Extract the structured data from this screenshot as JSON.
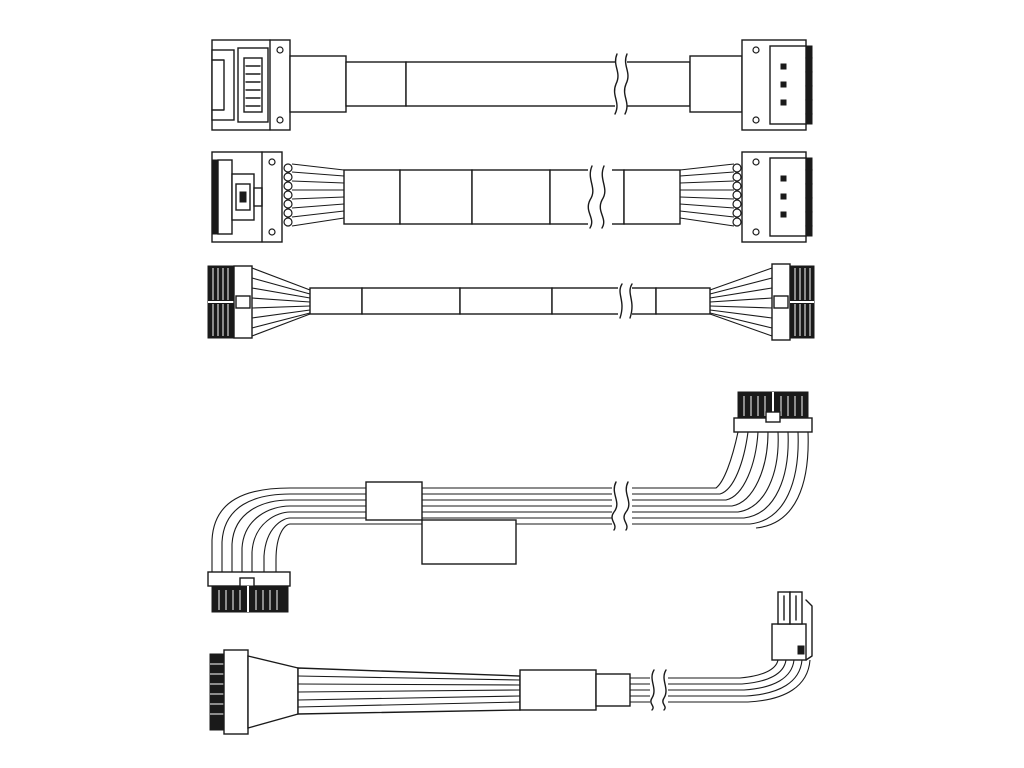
{
  "figure": {
    "background_color": "#ffffff",
    "line_color": "#1a1a1a",
    "cables": [
      {
        "name": "cable-1",
        "left_connector": "connector-with-latch-icon",
        "right_connector": "multi-pin-plug-icon",
        "sleeve_patterns": [
          "diagonal-hatch",
          "plain",
          "crosshatch",
          "crosshatch",
          "diagonal-hatch"
        ],
        "has_break": true
      },
      {
        "name": "cable-2",
        "left_connector": "connector-with-latch-icon",
        "right_connector": "multi-pin-plug-icon",
        "sleeve_patterns": [
          "dense-hatch",
          "plain",
          "dense-crosshatch",
          "plain",
          "dense-hatch"
        ],
        "has_break": true
      },
      {
        "name": "cable-3",
        "left_connector": "dual-row-plug-icon",
        "right_connector": "dual-row-plug-icon",
        "sleeve_patterns": [
          "diagonal-hatch",
          "crosshatch",
          "plain",
          "crosshatch",
          "crosshatch",
          "diagonal-hatch"
        ],
        "has_break": true
      },
      {
        "name": "cable-4",
        "left_connector": "dual-row-plug-icon",
        "right_connector": "dual-row-plug-icon",
        "shape": "bent-both-ends",
        "sleeve_patterns": [
          "diagonal-hatch"
        ],
        "has_break": true,
        "has_label_box": true
      },
      {
        "name": "cable-5",
        "left_connector": "single-row-plug-icon",
        "right_connector": "small-plug-icon",
        "shape": "bent-right-end",
        "sleeve_patterns": [
          "diagonal-hatch",
          "plain",
          "diagonal-hatch"
        ],
        "has_break": true
      }
    ]
  }
}
